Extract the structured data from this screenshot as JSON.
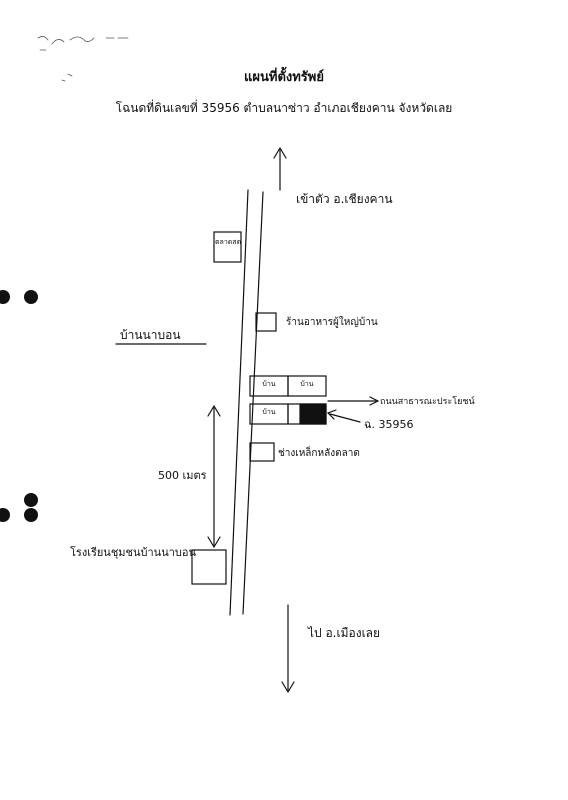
{
  "document": {
    "title": "แผนที่ตั้งทรัพย์",
    "subtitle": "โฉนดที่ดินเลขที่  35956  ตำบลนาซ่าว  อำเภอเชียงคาน  จังหวัดเลย"
  },
  "map_labels": {
    "to_north": "เข้าตัว อ.เชียงคาน",
    "to_south": "ไป อ.เมืองเลย",
    "village": "บ้านนาบอน",
    "market": "ตลาดสด",
    "shop": "ร้านอาหารผู้ใหญ่บ้าน",
    "house_1": "บ้าน",
    "house_2": "บ้าน",
    "house_3": "บ้าน",
    "neighbor_label": "ช่างเหล็กหลังตลาด",
    "school": "โรงเรียนชุมชนบ้านนาบอน",
    "distance": "500 เมตร",
    "parcel_road": "ถนนสาธารณะประโยชน์",
    "parcel_ref": "ฉ. 35956"
  },
  "colors": {
    "ink": "#111111",
    "paper": "#ffffff"
  }
}
